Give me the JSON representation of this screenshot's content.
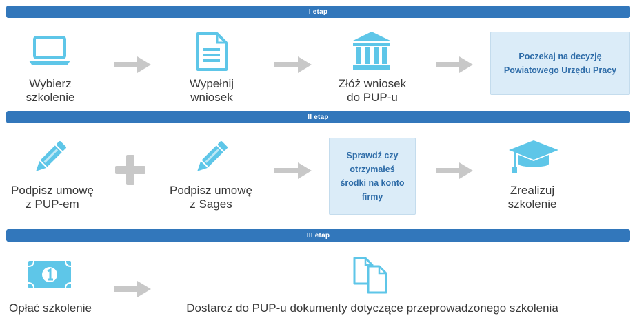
{
  "stages": [
    {
      "title": "I etap",
      "steps": [
        {
          "label_line1": "Wybierz",
          "label_line2": "szkolenie",
          "icon": "laptop-icon"
        },
        {
          "label_line1": "Wypełnij",
          "label_line2": "wniosek",
          "icon": "document-icon"
        },
        {
          "label_line1": "Złóż wniosek",
          "label_line2": "do PUP-u",
          "icon": "building-icon"
        }
      ],
      "note": "Poczekaj na decyzję Powiatowego Urzędu Pracy"
    },
    {
      "title": "II etap",
      "steps": [
        {
          "label_line1": "Podpisz umowę",
          "label_line2": "z PUP-em",
          "icon": "pencil-icon"
        },
        {
          "label_line1": "Podpisz umowę",
          "label_line2": "z Sages",
          "icon": "pencil-icon"
        },
        {
          "label_line1": "Zrealizuj",
          "label_line2": "szkolenie",
          "icon": "graduation-cap-icon"
        }
      ],
      "note": "Sprawdź czy otrzymałeś środki na konto firmy"
    },
    {
      "title": "III etap",
      "steps": [
        {
          "label_line1": "Opłać szkolenie",
          "icon": "money-icon"
        },
        {
          "label_line1": "Dostarcz do PUP-u dokumenty dotyczące przeprowadzonego szkolenia",
          "icon": "documents-icon"
        }
      ]
    }
  ],
  "colors": {
    "bar": "#3277bb",
    "icon": "#5ec6e8",
    "arrow": "#c8c8c8",
    "note_bg": "#dbecf8",
    "note_text": "#2e6ca8"
  }
}
